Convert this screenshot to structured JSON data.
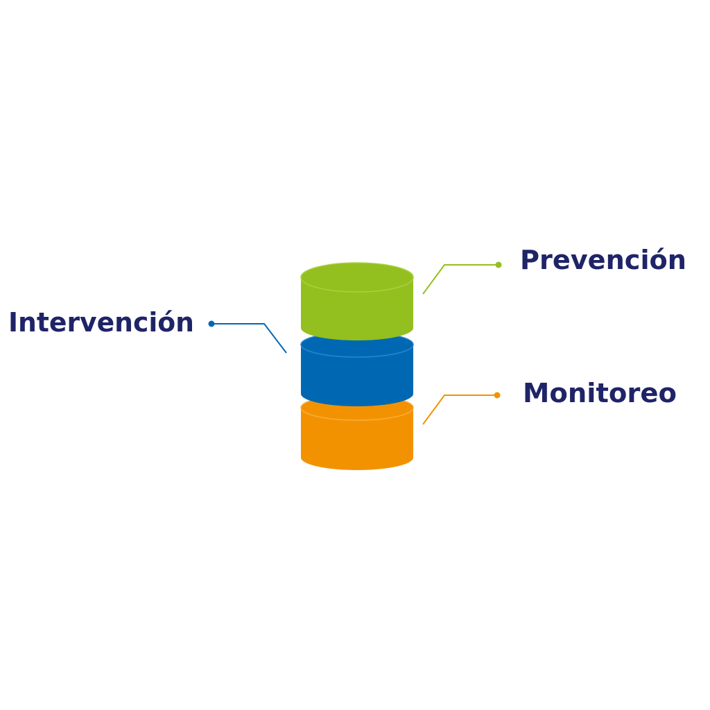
{
  "colors": {
    "background": "#ffffff",
    "text": "#1f2468",
    "green": "#93c01f",
    "blue": "#0068b3",
    "orange": "#f39200"
  },
  "layers": [
    {
      "name": "Prevención",
      "color": "#93c01f",
      "side": "right"
    },
    {
      "name": "Intervención",
      "color": "#0068b3",
      "side": "left"
    },
    {
      "name": "Monitoreo",
      "color": "#f39200",
      "side": "right"
    }
  ],
  "labels": {
    "prevencion": "Prevención",
    "intervencion": "Intervención",
    "monitoreo": "Monitoreo"
  }
}
